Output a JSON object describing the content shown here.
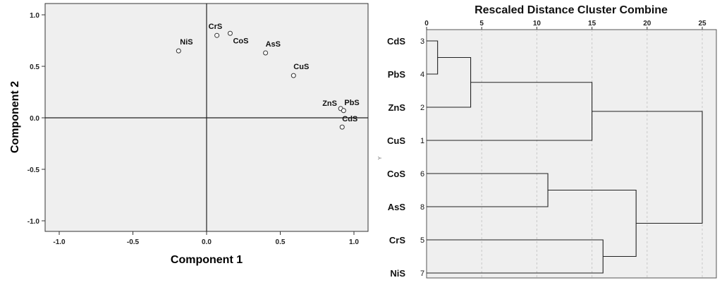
{
  "chart_data": [
    {
      "type": "scatter",
      "title": "",
      "xlabel": "Component 1",
      "ylabel": "Component 2",
      "xlim": [
        -1.1,
        1.1
      ],
      "ylim": [
        -1.1,
        1.1
      ],
      "xticks": [
        "-1.0",
        "-0.5",
        "0.0",
        "0.5",
        "1.0"
      ],
      "yticks": [
        "-1.0",
        "-0.5",
        "0.0",
        "0.5",
        "1.0"
      ],
      "reference_lines": {
        "x": 0,
        "y": 0
      },
      "grid": false,
      "points": [
        {
          "label": "CrS",
          "x": 0.07,
          "y": 0.8
        },
        {
          "label": "CoS",
          "x": 0.16,
          "y": 0.82
        },
        {
          "label": "NiS",
          "x": -0.19,
          "y": 0.65
        },
        {
          "label": "AsS",
          "x": 0.4,
          "y": 0.63
        },
        {
          "label": "CuS",
          "x": 0.59,
          "y": 0.41
        },
        {
          "label": "ZnS",
          "x": 0.91,
          "y": 0.09
        },
        {
          "label": "PbS",
          "x": 0.93,
          "y": 0.07
        },
        {
          "label": "CdS",
          "x": 0.92,
          "y": -0.09
        }
      ]
    },
    {
      "type": "dendrogram",
      "title": "Rescaled Distance Cluster Combine",
      "xlim": [
        0,
        25
      ],
      "xticks": [
        "0",
        "5",
        "10",
        "15",
        "20",
        "25"
      ],
      "y_marker": "Y",
      "leaves": [
        {
          "label": "CdS",
          "num": "3"
        },
        {
          "label": "PbS",
          "num": "4"
        },
        {
          "label": "ZnS",
          "num": "2"
        },
        {
          "label": "CuS",
          "num": "1"
        },
        {
          "label": "CoS",
          "num": "6"
        },
        {
          "label": "AsS",
          "num": "8"
        },
        {
          "label": "CrS",
          "num": "5"
        },
        {
          "label": "NiS",
          "num": "7"
        }
      ],
      "merges": [
        {
          "a": "L0",
          "b": "L1",
          "dist": 1
        },
        {
          "a": "M0",
          "b": "L2",
          "dist": 4
        },
        {
          "a": "M1",
          "b": "L3",
          "dist": 15
        },
        {
          "a": "L4",
          "b": "L5",
          "dist": 11
        },
        {
          "a": "L6",
          "b": "L7",
          "dist": 16
        },
        {
          "a": "M3",
          "b": "M4",
          "dist": 19
        },
        {
          "a": "M2",
          "b": "M5",
          "dist": 25
        }
      ]
    }
  ]
}
